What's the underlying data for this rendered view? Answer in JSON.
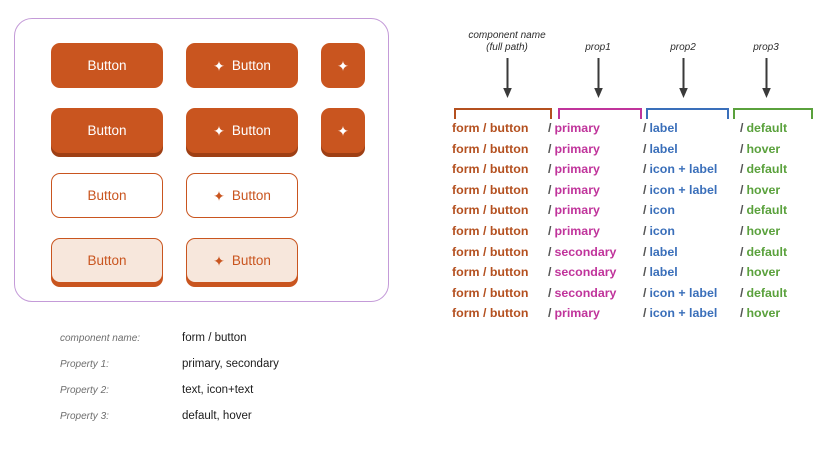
{
  "showcase": {
    "button_label": "Button",
    "icon_glyph": "✦",
    "icon_name": "sparkle-icon",
    "rows": [
      {
        "variant": "primary",
        "state": "default",
        "items": [
          "label",
          "icon + label",
          "icon"
        ]
      },
      {
        "variant": "primary",
        "state": "hover",
        "items": [
          "label",
          "icon + label",
          "icon"
        ]
      },
      {
        "variant": "secondary",
        "state": "default",
        "items": [
          "label",
          "icon + label"
        ]
      },
      {
        "variant": "secondary",
        "state": "hover",
        "items": [
          "label",
          "icon + label"
        ]
      }
    ]
  },
  "legend": {
    "rows": [
      {
        "key": "component name:",
        "value": "form / button"
      },
      {
        "key": "Property 1:",
        "value": "primary, secondary"
      },
      {
        "key": "Property 2:",
        "value": "text, icon+text"
      },
      {
        "key": "Property 3:",
        "value": "default, hover"
      }
    ]
  },
  "naming": {
    "headers": [
      {
        "line1": "component name",
        "line2": "(full path)"
      },
      {
        "line1": "prop1",
        "line2": ""
      },
      {
        "line1": "prop2",
        "line2": ""
      },
      {
        "line1": "prop3",
        "line2": ""
      }
    ],
    "separator": "/",
    "rows": [
      {
        "path": "form / button",
        "prop1": "primary",
        "prop2": "label",
        "prop3": "default"
      },
      {
        "path": "form / button",
        "prop1": "primary",
        "prop2": "label",
        "prop3": "hover"
      },
      {
        "path": "form / button",
        "prop1": "primary",
        "prop2": "icon + label",
        "prop3": "default"
      },
      {
        "path": "form / button",
        "prop1": "primary",
        "prop2": "icon + label",
        "prop3": "hover"
      },
      {
        "path": "form / button",
        "prop1": "primary",
        "prop2": "icon",
        "prop3": "default"
      },
      {
        "path": "form / button",
        "prop1": "primary",
        "prop2": "icon",
        "prop3": "hover"
      },
      {
        "path": "form / button",
        "prop1": "secondary",
        "prop2": "label",
        "prop3": "default"
      },
      {
        "path": "form / button",
        "prop1": "secondary",
        "prop2": "label",
        "prop3": "hover"
      },
      {
        "path": "form / button",
        "prop1": "secondary",
        "prop2": "icon + label",
        "prop3": "default"
      },
      {
        "path": "form / button",
        "prop1": "primary",
        "prop2": "icon + label",
        "prop3": "hover"
      }
    ]
  },
  "colors": {
    "primary_fill": "#c9551f",
    "primary_shadow": "#9e3f14",
    "secondary_hover_fill": "#f7e7dc",
    "card_border": "#c49bd8",
    "path_color": "#b4501f",
    "prop1_color": "#c0349b",
    "prop2_color": "#3a6fba",
    "prop3_color": "#5aa13c",
    "slash_color": "#555555"
  }
}
